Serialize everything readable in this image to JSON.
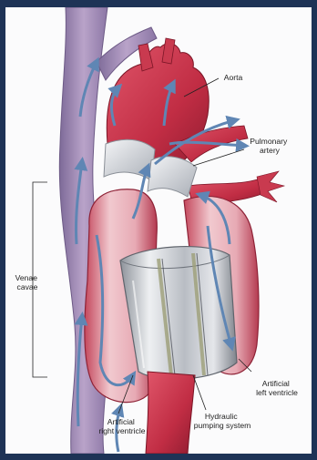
{
  "labels": {
    "aorta": "Aorta",
    "pulmonary_artery": [
      "Pulmonary",
      "artery"
    ],
    "venae_cavae": [
      "Venae",
      "cavae"
    ],
    "artificial_left_ventricle": [
      "Artificial",
      "left ventricle"
    ],
    "hydraulic_pumping_system": [
      "Hydraulic",
      "pumping system"
    ],
    "artificial_right_ventricle": [
      "Artificial",
      "right ventricle"
    ]
  },
  "colors": {
    "frame": "#1e3356",
    "background": "#fbfbfc",
    "vein": "#a88fb8",
    "artery": "#c8344a",
    "ventricle": "#e8b8c0",
    "pump_housing": "#c9ccd2",
    "flow_arrow": "#5f86b4"
  }
}
